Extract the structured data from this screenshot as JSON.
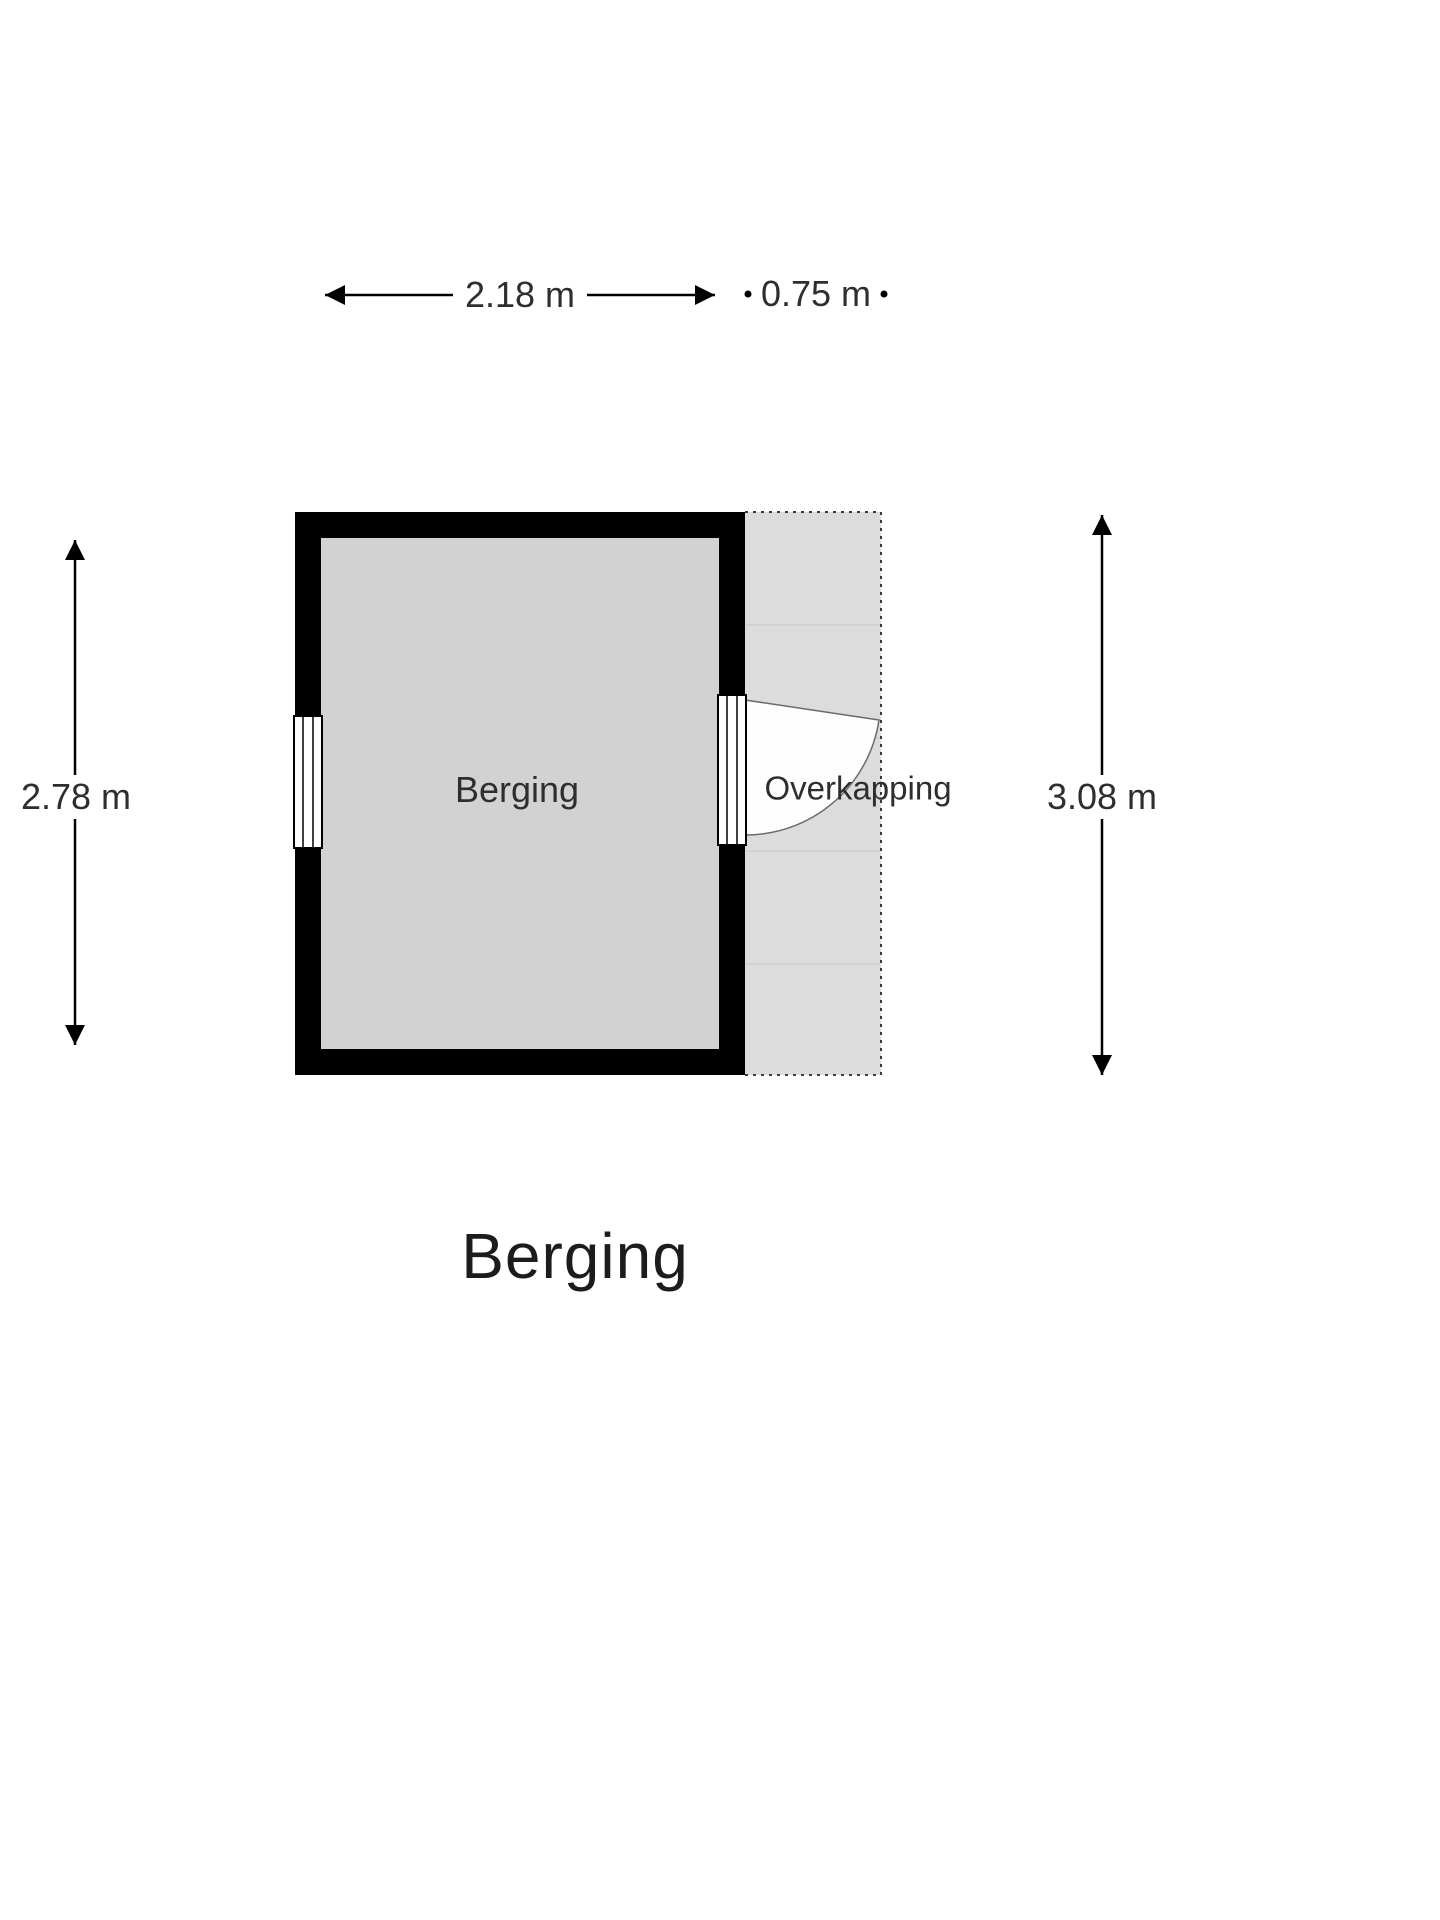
{
  "floorplan": {
    "dimensions": {
      "top_width": "2.18 m",
      "canopy_width": "0.75 m",
      "interior_height": "2.78 m",
      "total_height": "3.08 m"
    },
    "rooms": {
      "main": "Berging",
      "canopy": "Overkapping"
    },
    "title": "Berging",
    "colors": {
      "background": "#ffffff",
      "wall": "#000000",
      "room_fill": "#d2d2d2",
      "canopy_fill": "#dcdcdc",
      "canopy_grid": "#cfcfcf",
      "door_swing_fill": "#fefefe",
      "door_swing_stroke": "#6b6b6b",
      "dimension_line": "#000000",
      "label_text": "#2e2e2e"
    }
  }
}
